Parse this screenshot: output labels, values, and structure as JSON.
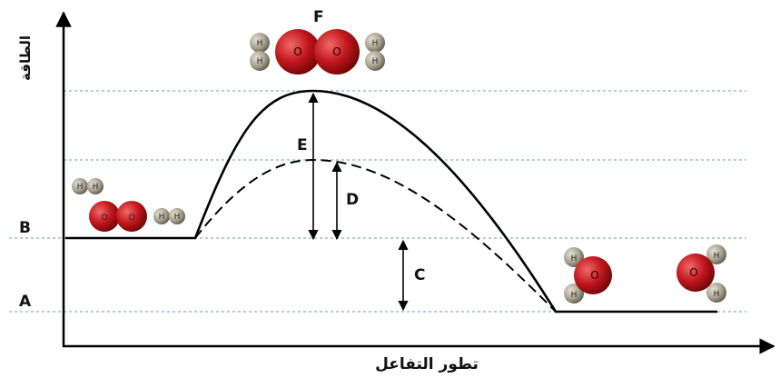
{
  "axes": {
    "y_label": "الطاقة",
    "x_label": "تطور التفاعل"
  },
  "level_labels": {
    "A": "A",
    "B": "B"
  },
  "arrow_labels": {
    "C": "C",
    "D": "D",
    "E": "E",
    "F": "F"
  },
  "atoms": {
    "hydrogen": "H",
    "oxygen": "O"
  },
  "colors": {
    "oxygen": "#c0161c",
    "hydrogen": "#a7a08e",
    "curve": "#000000",
    "guide": "#6f97c9"
  }
}
